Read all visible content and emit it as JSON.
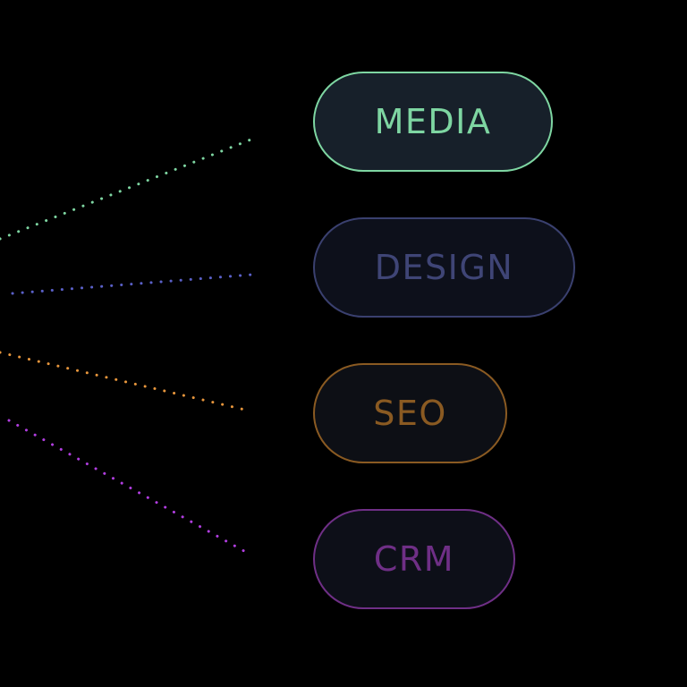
{
  "diagram": {
    "background_color": "#000000",
    "nodes": [
      {
        "label": "MEDIA",
        "text_color": "#7ed6a2",
        "border_color": "#7ed6a2",
        "fill_color": "#17202a",
        "line_color": "#7ed6a2"
      },
      {
        "label": "DESIGN",
        "text_color": "#3f4576",
        "border_color": "#3a406f",
        "fill_color": "#0d101b",
        "line_color": "#5a60c8"
      },
      {
        "label": "SEO",
        "text_color": "#8a5a22",
        "border_color": "#8a5a22",
        "fill_color": "#0d0f15",
        "line_color": "#e8963c"
      },
      {
        "label": "CRM",
        "text_color": "#6f2f86",
        "border_color": "#6f2f86",
        "fill_color": "#0d0f18",
        "line_color": "#b13ee0"
      }
    ]
  }
}
